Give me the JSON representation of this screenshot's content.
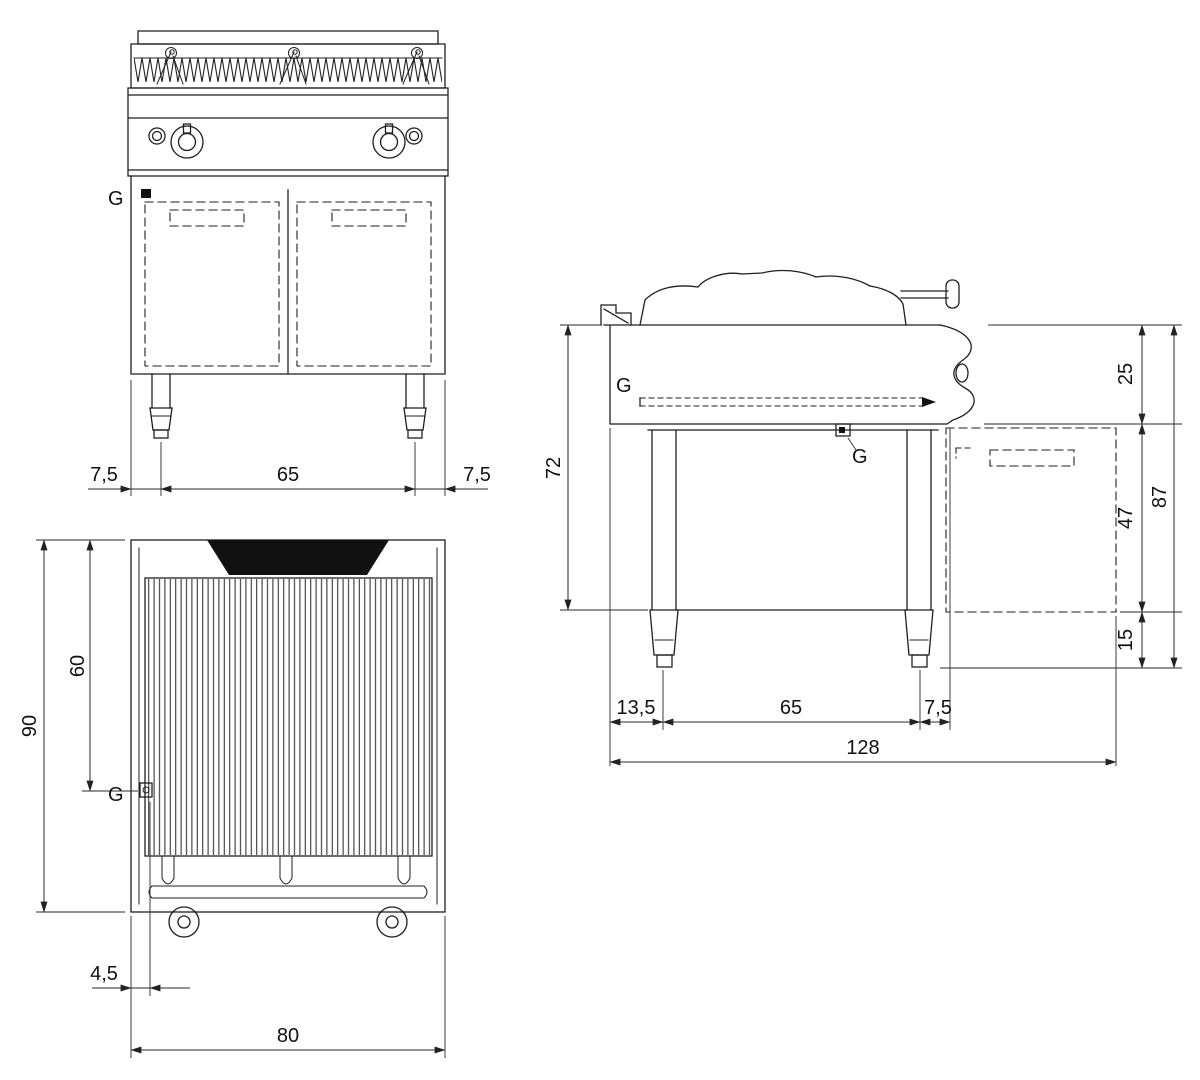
{
  "drawing": {
    "front_view": {
      "gas_label": "G",
      "dim_left_offset": "7,5",
      "dim_leg_span": "65",
      "dim_right_offset": "7,5"
    },
    "plan_view": {
      "gas_label": "G",
      "dim_depth": "90",
      "dim_gas_depth": "60",
      "dim_gas_offset": "4,5",
      "dim_width": "80"
    },
    "side_view": {
      "gas_label_pipe": "G",
      "gas_label_connection": "G",
      "dim_body_height": "72",
      "dim_top_height": "25",
      "dim_base_height": "47",
      "dim_leg_height": "15",
      "dim_total_height": "87",
      "dim_front_offset": "13,5",
      "dim_leg_span": "65",
      "dim_rear_offset": "7,5",
      "dim_total_depth": "128"
    }
  }
}
